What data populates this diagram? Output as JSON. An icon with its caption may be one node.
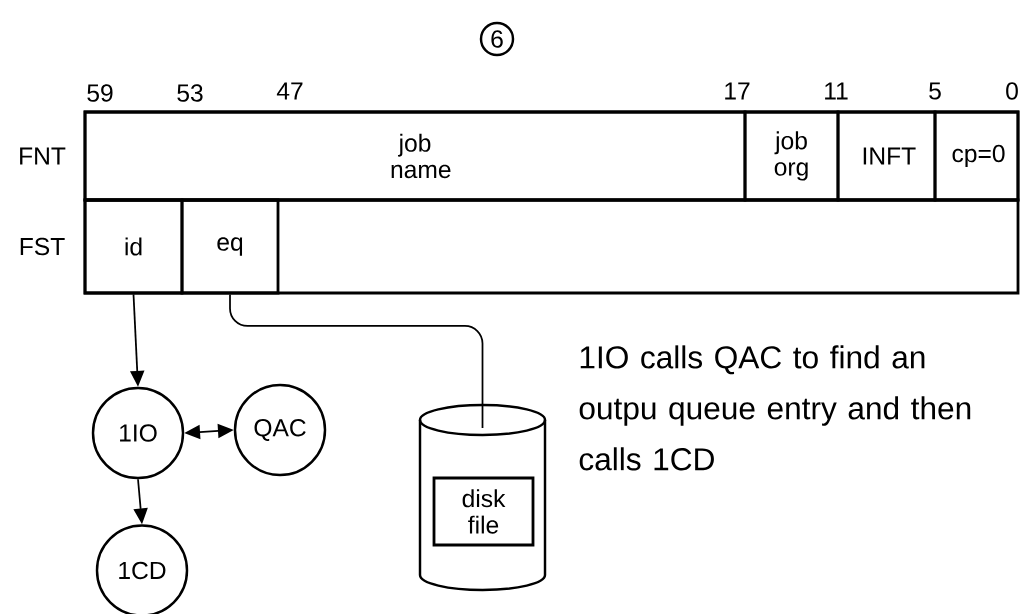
{
  "diagram": {
    "nodes": [
      {
        "text": [
          "6"
        ]
      },
      {
        "text": [
          "FNT"
        ]
      },
      {
        "text": [
          "job name"
        ],
        "in": 1
      },
      {
        "text": [
          "job org"
        ],
        "in": 1
      },
      {
        "text": [
          "INFT"
        ],
        "in": 1
      },
      {
        "text": [
          "cp=0"
        ],
        "in": 1
      },
      {
        "text": [
          "FST"
        ]
      },
      {
        "text": [
          "id"
        ],
        "in": 6
      },
      {
        "text": [
          "eq"
        ],
        "in": 6
      },
      {
        "text": [
          "1IO"
        ]
      },
      {
        "text": [
          "QAC"
        ]
      },
      {
        "text": [
          "1CD"
        ]
      },
      {
        "text": [],
        "shape": "cylinder"
      },
      {
        "text": [
          "disk file"
        ],
        "in": 12
      }
    ],
    "edges": [
      {
        "from": 7,
        "to": 9,
        "arrow": "to"
      },
      {
        "from": 8,
        "to": 12,
        "arrow": "none"
      },
      {
        "from": 9,
        "to": 10,
        "arrow": "both"
      },
      {
        "from": 9,
        "to": 11,
        "arrow": "to"
      }
    ],
    "labels": [
      "59",
      "53",
      "47",
      "17",
      "11",
      "5",
      "0",
      "1IO calls QAC to find an outpu queue entry and then calls 1CD"
    ]
  }
}
